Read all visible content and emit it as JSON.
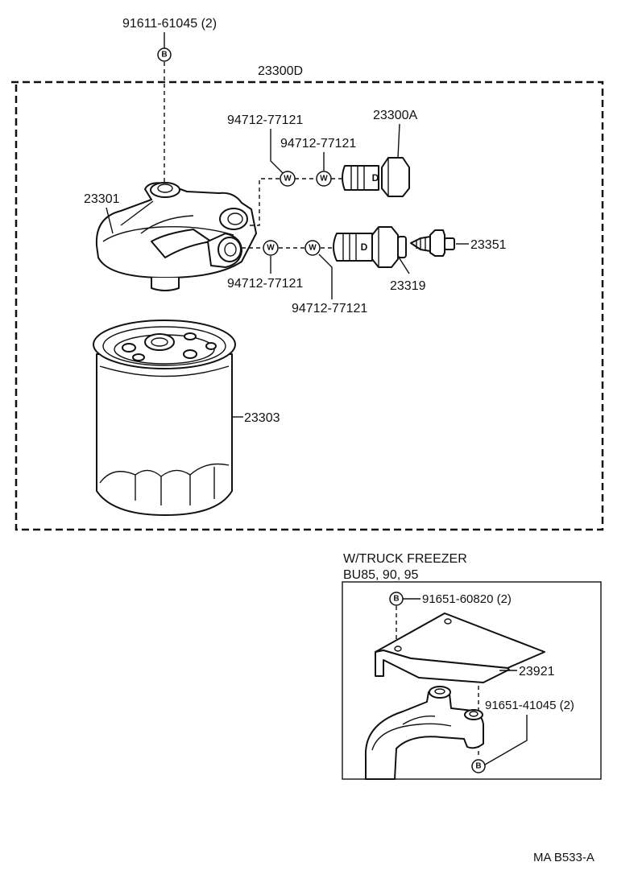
{
  "labels": {
    "bolt_top": "91611-61045 (2)",
    "assembly": "23300D",
    "plug_a": "23300A",
    "washer_upper_1": "94712-77121",
    "washer_upper_2": "94712-77121",
    "filter_bracket": "23301",
    "bleeder": "23351",
    "union": "23319",
    "washer_lower_1": "94712-77121",
    "washer_lower_2": "94712-77121",
    "filter_element": "23303",
    "inset_title_1": "W/TRUCK FREEZER",
    "inset_title_2": "BU85, 90, 95",
    "inset_bolt_top": "91651-60820 (2)",
    "inset_plate": "23921",
    "inset_bolt_bottom": "91651-41045 (2)",
    "figure_code": "MA B533-A"
  },
  "symbols": {
    "bolt": "B",
    "washer": "W",
    "plug_mark": "D"
  }
}
